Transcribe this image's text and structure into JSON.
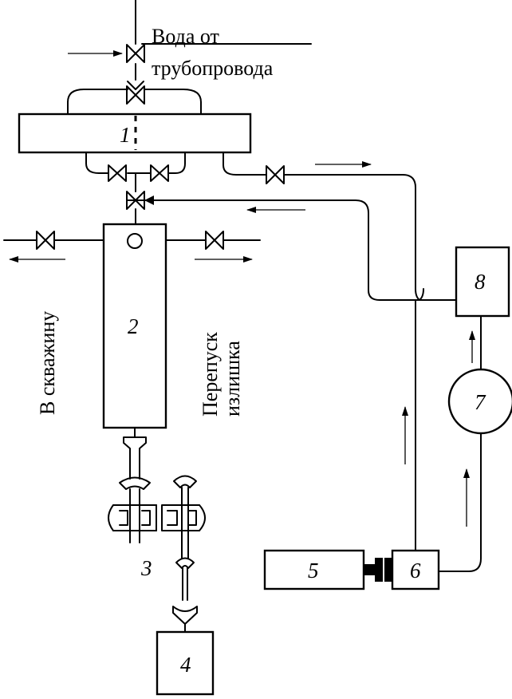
{
  "labels": {
    "water_line1": "Вода от",
    "water_line2": "трубопровода",
    "to_well": "В скважину",
    "bypass_line1": "Перепуск",
    "bypass_line2": "излишка"
  },
  "units": {
    "u1": "1",
    "u2": "2",
    "u3": "3",
    "u4": "4",
    "u5": "5",
    "u6": "6",
    "u7": "7",
    "u8": "8"
  },
  "colors": {
    "ink": "#000000",
    "paper": "#ffffff"
  }
}
